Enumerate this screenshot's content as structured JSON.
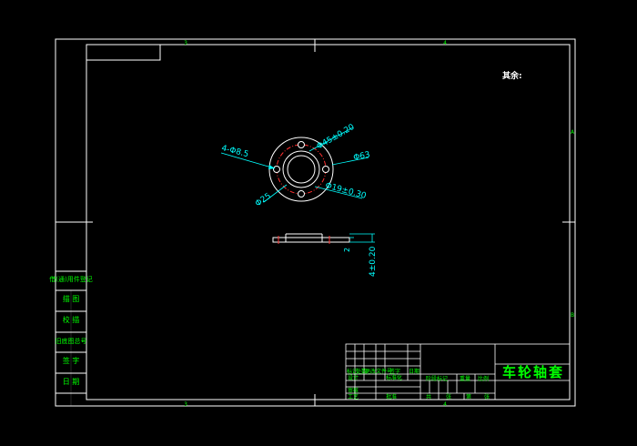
{
  "colors": {
    "background": "#000000",
    "frame": "#ffffff",
    "dimension": "#00ffff",
    "hidden_line": "#ff0000",
    "label": "#00ff00",
    "title_text": "#00ff00"
  },
  "notes": {
    "remark": "其余:"
  },
  "zone_markers": {
    "top_left": "3",
    "top_right": "4",
    "bottom_left": "3",
    "bottom_right": "4",
    "right_upper": "A",
    "right_lower": "B"
  },
  "dimensions": {
    "bolt_holes": "4-Φ8.5",
    "pitch_circle": "Φ45±0.20",
    "outer_diameter": "Φ63",
    "inner_diameter": "Φ25",
    "bore_diameter": "Φ19±0.30",
    "thickness": "4±0.20",
    "step": "2"
  },
  "side_labels": [
    "借(通)用件登记",
    "描 图",
    "校 描",
    "旧底图总号",
    "签 字",
    "日 期"
  ],
  "title_block": {
    "part_name": "车轮轴套",
    "labels": {
      "mark": "标记",
      "count": "处数",
      "revision_doc": "更改文件号",
      "signature": "签字",
      "date": "日期",
      "design": "设计",
      "standardization": "标准化",
      "stage_mark": "阶段标记",
      "weight": "重量",
      "scale": "比例",
      "review": "审核",
      "process": "工艺",
      "approve": "批准",
      "total_sheets": "共",
      "sheet": "张",
      "sheet_no": "第"
    }
  }
}
